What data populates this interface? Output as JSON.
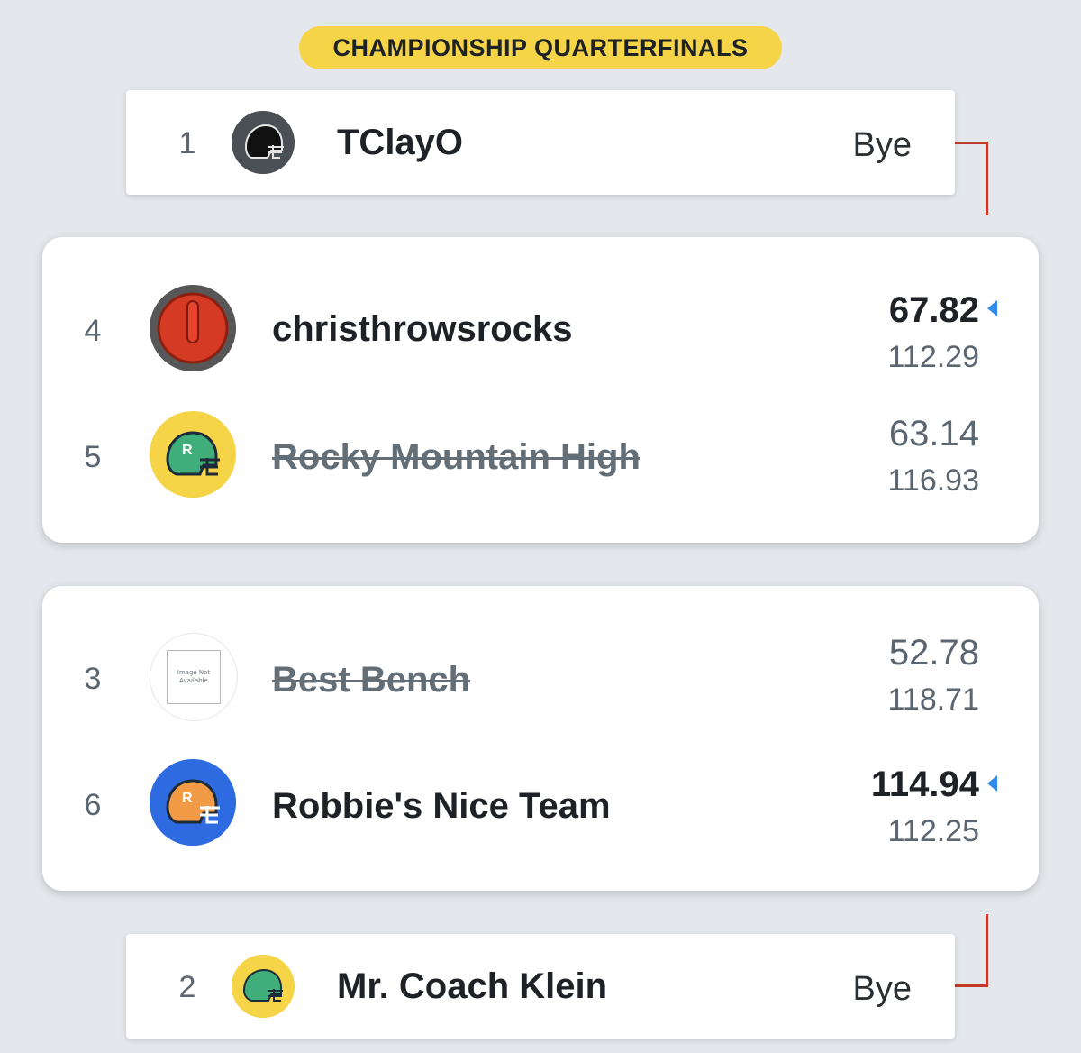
{
  "round_title": "CHAMPIONSHIP QUARTERFINALS",
  "colors": {
    "pill": "#f5d547",
    "bracket_line": "#c0392b",
    "winner_arrow": "#2f8dea",
    "background": "#e4e7eb"
  },
  "bye_top": {
    "seed": "1",
    "team": "TClayO",
    "status": "Bye",
    "avatar_icon": "helmet-dark-icon"
  },
  "matchup_1": {
    "teams": [
      {
        "seed": "4",
        "team": "christhrowsrocks",
        "score": "67.82",
        "projected": "112.29",
        "winner": true,
        "avatar_icon": "curling-stone-icon"
      },
      {
        "seed": "5",
        "team": "Rocky Mountain High",
        "score": "63.14",
        "projected": "116.93",
        "winner": false,
        "avatar_icon": "helmet-green-icon"
      }
    ]
  },
  "matchup_2": {
    "teams": [
      {
        "seed": "3",
        "team": "Best Bench",
        "score": "52.78",
        "projected": "118.71",
        "winner": false,
        "avatar_icon": "image-not-available-icon",
        "avatar_text": "Image Not Available"
      },
      {
        "seed": "6",
        "team": "Robbie's Nice Team",
        "score": "114.94",
        "projected": "112.25",
        "winner": true,
        "avatar_icon": "helmet-orange-icon"
      }
    ]
  },
  "bye_bottom": {
    "seed": "2",
    "team": "Mr. Coach Klein",
    "status": "Bye",
    "avatar_icon": "helmet-green-icon"
  }
}
